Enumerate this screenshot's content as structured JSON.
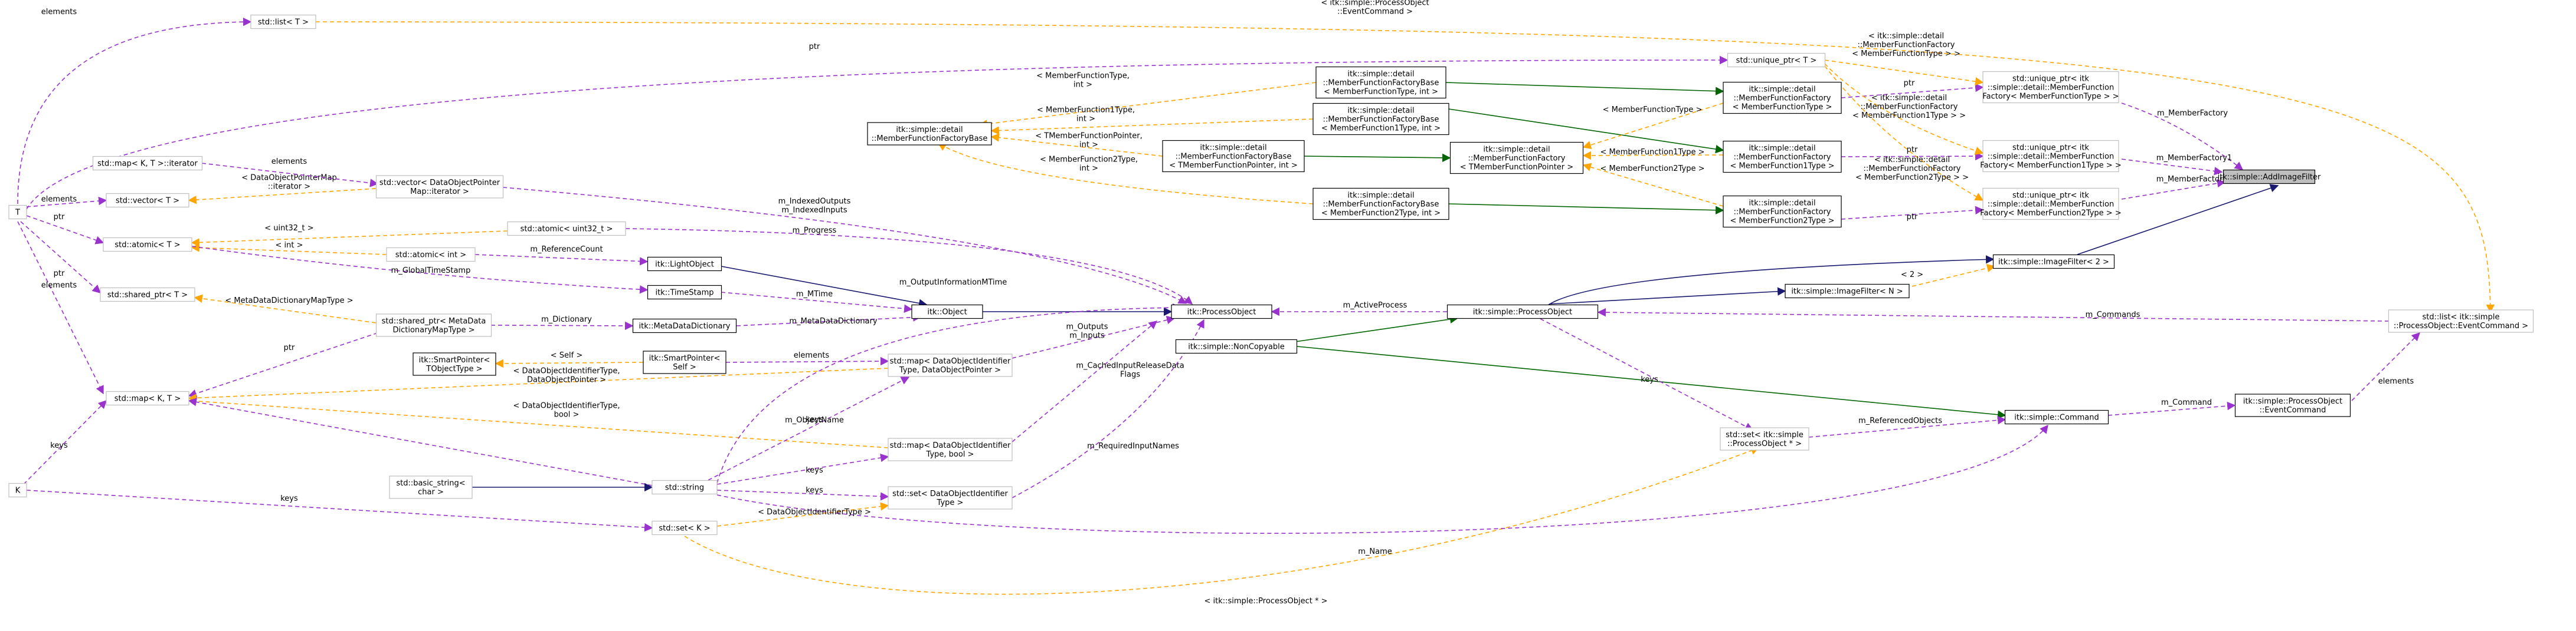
{
  "colors": {
    "background": "#ffffff",
    "node_stroke_solid": "#000000",
    "node_stroke_external": "#bfbfbf",
    "node_fill": "#ffffff",
    "focus_fill": "#bfbfbf",
    "edge_usage": "#9a32cd",
    "edge_template": "#ffa500",
    "edge_public_inheritance": "#191970",
    "edge_protected_inheritance": "#006400",
    "text": "#000000"
  },
  "nodes": [
    {
      "id": "AddImageFilter",
      "lines": [
        "itk::simple::AddImageFilter"
      ],
      "style": "focus"
    },
    {
      "id": "ImageFilter2",
      "lines": [
        "itk::simple::ImageFilter< 2 >"
      ],
      "style": "solid"
    },
    {
      "id": "ImageFilterN",
      "lines": [
        "itk::simple::ImageFilter< N >"
      ],
      "style": "solid"
    },
    {
      "id": "ProcessObject",
      "lines": [
        "itk::simple::ProcessObject"
      ],
      "style": "solid"
    },
    {
      "id": "NonCopyable",
      "lines": [
        "itk::simple::NonCopyable"
      ],
      "style": "solid"
    },
    {
      "id": "Command",
      "lines": [
        "itk::simple::Command"
      ],
      "style": "solid"
    },
    {
      "id": "EventCommand",
      "lines": [
        "itk::simple::ProcessObject",
        "::EventCommand"
      ],
      "style": "solid"
    },
    {
      "id": "ListEventCommand",
      "lines": [
        "std::list< itk::simple",
        "::ProcessObject::EventCommand >"
      ],
      "style": "external"
    },
    {
      "id": "SetProcessObject",
      "lines": [
        "std::set< itk::simple",
        "::ProcessObject * >"
      ],
      "style": "external"
    },
    {
      "id": "UPtrMF",
      "lines": [
        "std::unique_ptr< itk",
        "::simple::detail::MemberFunction",
        "Factory< MemberFunctionType > >"
      ],
      "style": "external"
    },
    {
      "id": "UPtrMF1",
      "lines": [
        "std::unique_ptr< itk",
        "::simple::detail::MemberFunction",
        "Factory< MemberFunction1Type > >"
      ],
      "style": "external"
    },
    {
      "id": "UPtrMF2",
      "lines": [
        "std::unique_ptr< itk",
        "::simple::detail::MemberFunction",
        "Factory< MemberFunction2Type > >"
      ],
      "style": "external"
    },
    {
      "id": "UPtrT",
      "lines": [
        "std::unique_ptr< T >"
      ],
      "style": "external"
    },
    {
      "id": "MFF",
      "lines": [
        "itk::simple::detail",
        "::MemberFunctionFactory",
        "< MemberFunctionType >"
      ],
      "style": "solid"
    },
    {
      "id": "MFF1",
      "lines": [
        "itk::simple::detail",
        "::MemberFunctionFactory",
        "< MemberFunction1Type >"
      ],
      "style": "solid"
    },
    {
      "id": "MFF2",
      "lines": [
        "itk::simple::detail",
        "::MemberFunctionFactory",
        "< MemberFunction2Type >"
      ],
      "style": "solid"
    },
    {
      "id": "MFFT",
      "lines": [
        "itk::simple::detail",
        "::MemberFunctionFactory",
        "< TMemberFunctionPointer >"
      ],
      "style": "solid"
    },
    {
      "id": "MFFB",
      "lines": [
        "itk::simple::detail",
        "::MemberFunctionFactoryBase",
        "< MemberFunctionType, int >"
      ],
      "style": "solid"
    },
    {
      "id": "MFFB1",
      "lines": [
        "itk::simple::detail",
        "::MemberFunctionFactoryBase",
        "< MemberFunction1Type, int >"
      ],
      "style": "solid"
    },
    {
      "id": "MFFBT",
      "lines": [
        "itk::simple::detail",
        "::MemberFunctionFactoryBase",
        "< TMemberFunctionPointer, int >"
      ],
      "style": "solid"
    },
    {
      "id": "MFFB2",
      "lines": [
        "itk::simple::detail",
        "::MemberFunctionFactoryBase",
        "< MemberFunction2Type, int >"
      ],
      "style": "solid"
    },
    {
      "id": "MFFBase",
      "lines": [
        "itk::simple::detail",
        "::MemberFunctionFactoryBase"
      ],
      "style": "solid"
    },
    {
      "id": "Object",
      "lines": [
        "itk::Object"
      ],
      "style": "solid"
    },
    {
      "id": "LightObject",
      "lines": [
        "itk::LightObject"
      ],
      "style": "solid"
    },
    {
      "id": "TimeStamp",
      "lines": [
        "itk::TimeStamp"
      ],
      "style": "solid"
    },
    {
      "id": "MetaDataDictionary",
      "lines": [
        "itk::MetaDataDictionary"
      ],
      "style": "solid"
    },
    {
      "id": "SmartPointerSelf",
      "lines": [
        "itk::SmartPointer<",
        "Self >"
      ],
      "style": "solid"
    },
    {
      "id": "SmartPointerTObj",
      "lines": [
        "itk::SmartPointer<",
        "TObjectType >"
      ],
      "style": "solid"
    },
    {
      "id": "AtomicUInt32",
      "lines": [
        "std::atomic< uint32_t >"
      ],
      "style": "external"
    },
    {
      "id": "AtomicInt",
      "lines": [
        "std::atomic< int >"
      ],
      "style": "external"
    },
    {
      "id": "AtomicT",
      "lines": [
        "std::atomic< T >"
      ],
      "style": "external"
    },
    {
      "id": "VectorDOP",
      "lines": [
        "std::vector< DataObjectPointer",
        "Map::iterator >"
      ],
      "style": "external"
    },
    {
      "id": "VectorT",
      "lines": [
        "std::vector< T >"
      ],
      "style": "external"
    },
    {
      "id": "MapKTIter",
      "lines": [
        "std::map< K, T >::iterator"
      ],
      "style": "external"
    },
    {
      "id": "ListT",
      "lines": [
        "std::list< T >"
      ],
      "style": "external"
    },
    {
      "id": "SharedPtrT",
      "lines": [
        "std::shared_ptr< T >"
      ],
      "style": "external"
    },
    {
      "id": "SharedPtrMDD",
      "lines": [
        "std::shared_ptr< MetaData",
        "DictionaryMapType >"
      ],
      "style": "external"
    },
    {
      "id": "MapKT",
      "lines": [
        "std::map< K, T >"
      ],
      "style": "external"
    },
    {
      "id": "MapDOIDDOP",
      "lines": [
        "std::map< DataObjectIdentifier",
        "Type, DataObjectPointer >"
      ],
      "style": "external"
    },
    {
      "id": "MapDOIDBool",
      "lines": [
        "std::map< DataObjectIdentifier",
        "Type, bool >"
      ],
      "style": "external"
    },
    {
      "id": "SetDOID",
      "lines": [
        "std::set< DataObjectIdentifier",
        "Type >"
      ],
      "style": "external"
    },
    {
      "id": "String",
      "lines": [
        "std::string"
      ],
      "style": "external"
    },
    {
      "id": "BasicString",
      "lines": [
        "std::basic_string<",
        "char >"
      ],
      "style": "external"
    },
    {
      "id": "SetK",
      "lines": [
        "std::set< K >"
      ],
      "style": "external"
    },
    {
      "id": "T",
      "lines": [
        "T"
      ],
      "style": "external"
    },
    {
      "id": "K",
      "lines": [
        "K"
      ],
      "style": "external"
    }
  ],
  "edges": [
    {
      "from": "ImageFilter2",
      "to": "AddImageFilter",
      "kind": "public_inheritance",
      "label": []
    },
    {
      "from": "UPtrMF",
      "to": "AddImageFilter",
      "kind": "usage",
      "label": [
        "m_MemberFactory"
      ]
    },
    {
      "from": "UPtrMF1",
      "to": "AddImageFilter",
      "kind": "usage",
      "label": [
        "m_MemberFactory1"
      ]
    },
    {
      "from": "UPtrMF2",
      "to": "AddImageFilter",
      "kind": "usage",
      "label": [
        "m_MemberFactory2"
      ]
    },
    {
      "from": "ProcessObject",
      "to": "ImageFilter2",
      "kind": "public_inheritance",
      "label": []
    },
    {
      "from": "ImageFilterN",
      "to": "ImageFilter2",
      "kind": "template",
      "label": [
        "< 2 >"
      ]
    },
    {
      "from": "ProcessObject",
      "to": "ImageFilterN",
      "kind": "public_inheritance",
      "label": []
    },
    {
      "from": "NonCopyable",
      "to": "ProcessObject",
      "kind": "protected_inheritance",
      "label": []
    },
    {
      "from": "ListEventCommand",
      "to": "ProcessObject",
      "kind": "usage",
      "label": [
        "m_Commands"
      ]
    },
    {
      "from": "ProcessObject",
      "to": "ITKProcessObject",
      "kind": "usage",
      "label": [
        "m_ActiveProcess"
      ]
    },
    {
      "from": "NonCopyable",
      "to": "Command",
      "kind": "protected_inheritance",
      "label": []
    },
    {
      "from": "SetProcessObject",
      "to": "Command",
      "kind": "usage",
      "label": [
        "m_ReferencedObjects"
      ]
    },
    {
      "from": "ProcessObject",
      "to": "SetProcessObject",
      "kind": "usage",
      "label": [
        "keys"
      ]
    },
    {
      "from": "Command",
      "to": "EventCommand",
      "kind": "usage",
      "label": [
        "m_Command"
      ]
    },
    {
      "from": "EventCommand",
      "to": "ListEventCommand",
      "kind": "usage",
      "label": [
        "elements"
      ]
    },
    {
      "from": "ListT",
      "to": "ListEventCommand",
      "kind": "template",
      "label": [
        "< itk::simple::ProcessObject",
        "::EventCommand >"
      ]
    },
    {
      "from": "SetK",
      "to": "SetProcessObject",
      "kind": "template",
      "label": [
        "< itk::simple::ProcessObject * >"
      ]
    },
    {
      "from": "MFF",
      "to": "UPtrMF",
      "kind": "usage",
      "label": [
        "ptr"
      ]
    },
    {
      "from": "MFF1",
      "to": "UPtrMF1",
      "kind": "usage",
      "label": [
        "ptr"
      ]
    },
    {
      "from": "MFF2",
      "to": "UPtrMF2",
      "kind": "usage",
      "label": [
        "ptr"
      ]
    },
    {
      "from": "UPtrT",
      "to": "UPtrMF",
      "kind": "template",
      "label": [
        "< itk::simple::detail",
        "::MemberFunctionFactory",
        "< MemberFunctionType > >"
      ]
    },
    {
      "from": "UPtrT",
      "to": "UPtrMF1",
      "kind": "template",
      "label": [
        "< itk::simple::detail",
        "::MemberFunctionFactory",
        "< MemberFunction1Type > >"
      ]
    },
    {
      "from": "UPtrT",
      "to": "UPtrMF2",
      "kind": "template",
      "label": [
        "< itk::simple::detail",
        "::MemberFunctionFactory",
        "< MemberFunction2Type > >"
      ]
    },
    {
      "from": "MFFB",
      "to": "MFF",
      "kind": "protected_inheritance",
      "label": []
    },
    {
      "from": "MFFB1",
      "to": "MFF1",
      "kind": "protected_inheritance",
      "label": []
    },
    {
      "from": "MFFB2",
      "to": "MFF2",
      "kind": "protected_inheritance",
      "label": []
    },
    {
      "from": "MFFBT",
      "to": "MFFT",
      "kind": "protected_inheritance",
      "label": []
    },
    {
      "from": "MFFT",
      "to": "MFF",
      "kind": "template",
      "label": [
        "< MemberFunctionType >"
      ]
    },
    {
      "from": "MFFT",
      "to": "MFF1",
      "kind": "template",
      "label": [
        "< MemberFunction1Type >"
      ]
    },
    {
      "from": "MFFT",
      "to": "MFF2",
      "kind": "template",
      "label": [
        "< MemberFunction2Type >"
      ]
    },
    {
      "from": "MFFBase",
      "to": "MFFB",
      "kind": "template",
      "label": [
        "< MemberFunctionType,",
        "int >"
      ]
    },
    {
      "from": "MFFBase",
      "to": "MFFB1",
      "kind": "template",
      "label": [
        "< MemberFunction1Type,",
        "int >"
      ]
    },
    {
      "from": "MFFBase",
      "to": "MFFBT",
      "kind": "template",
      "label": [
        "< TMemberFunctionPointer,",
        "int >"
      ]
    },
    {
      "from": "MFFBase",
      "to": "MFFB2",
      "kind": "template",
      "label": [
        "< MemberFunction2Type,",
        "int >"
      ]
    },
    {
      "from": "Object",
      "to": "ITKProcessObject",
      "kind": "public_inheritance",
      "label": []
    },
    {
      "from": "LightObject",
      "to": "Object",
      "kind": "public_inheritance",
      "label": []
    },
    {
      "from": "TimeStamp",
      "to": "Object",
      "kind": "usage",
      "label": [
        "m_MTime"
      ]
    },
    {
      "from": "MetaDataDictionary",
      "to": "Object",
      "kind": "usage",
      "label": [
        "m_MetaDataDictionary"
      ]
    },
    {
      "from": "SharedPtrMDD",
      "to": "MetaDataDictionary",
      "kind": "usage",
      "label": [
        "m_Dictionary"
      ]
    },
    {
      "from": "SmartPointerSelf",
      "to": "MapDOIDDOP",
      "kind": "usage",
      "label": [
        "elements"
      ]
    },
    {
      "from": "SmartPointerTObj",
      "to": "SmartPointerSelf",
      "kind": "template",
      "label": [
        "< Self >"
      ]
    },
    {
      "from": "AtomicInt",
      "to": "LightObject",
      "kind": "usage",
      "label": [
        "m_ReferenceCount"
      ]
    },
    {
      "from": "AtomicUInt32",
      "to": "ITKProcessObject",
      "kind": "usage",
      "label": [
        "m_Progress"
      ]
    },
    {
      "from": "AtomicT",
      "to": "AtomicUInt32",
      "kind": "template",
      "label": [
        "< uint32_t >"
      ]
    },
    {
      "from": "AtomicT",
      "to": "AtomicInt",
      "kind": "template",
      "label": [
        "< int >"
      ]
    },
    {
      "from": "AtomicT",
      "to": "TimeStamp",
      "kind": "usage",
      "label": [
        "m_GlobalTimeStamp"
      ]
    },
    {
      "from": "T",
      "to": "AtomicT",
      "kind": "usage",
      "label": [
        "ptr"
      ]
    },
    {
      "from": "VectorDOP",
      "to": "ITKProcessObject",
      "kind": "usage",
      "label": [
        "m_IndexedOutputs",
        "m_IndexedInputs"
      ]
    },
    {
      "from": "VectorT",
      "to": "VectorDOP",
      "kind": "template",
      "label": [
        "< DataObjectPointerMap",
        "::iterator >"
      ]
    },
    {
      "from": "T",
      "to": "VectorT",
      "kind": "usage",
      "label": [
        "elements"
      ]
    },
    {
      "from": "MapKTIter",
      "to": "VectorDOP",
      "kind": "usage",
      "label": [
        "elements"
      ]
    },
    {
      "from": "T",
      "to": "ListT",
      "kind": "usage",
      "label": [
        "elements"
      ]
    },
    {
      "from": "T",
      "to": "UPtrT",
      "kind": "usage",
      "label": [
        "ptr"
      ]
    },
    {
      "from": "T",
      "to": "SharedPtrT",
      "kind": "usage",
      "label": [
        "ptr"
      ]
    },
    {
      "from": "SharedPtrT",
      "to": "SharedPtrMDD",
      "kind": "template",
      "label": [
        "< MetaDataDictionaryMapType >"
      ]
    },
    {
      "from": "MapKT",
      "to": "SharedPtrMDD",
      "kind": "usage",
      "label": [
        "ptr"
      ]
    },
    {
      "from": "T",
      "to": "MapKT",
      "kind": "usage",
      "label": [
        "elements"
      ]
    },
    {
      "from": "K",
      "to": "MapKT",
      "kind": "usage",
      "label": [
        "keys"
      ]
    },
    {
      "from": "MapKT",
      "to": "MapDOIDDOP",
      "kind": "template",
      "label": [
        "< DataObjectIdentifierType,",
        "DataObjectPointer >"
      ]
    },
    {
      "from": "MapKT",
      "to": "MapDOIDBool",
      "kind": "template",
      "label": [
        "< DataObjectIdentifierType,",
        "bool >"
      ]
    },
    {
      "from": "MapDOIDDOP",
      "to": "ITKProcessObject",
      "kind": "usage",
      "label": [
        "m_Outputs",
        "m_Inputs"
      ]
    },
    {
      "from": "MapDOIDBool",
      "to": "ITKProcessObject",
      "kind": "usage",
      "label": [
        "m_CachedInputReleaseData",
        "Flags"
      ]
    },
    {
      "from": "SetDOID",
      "to": "ITKProcessObject",
      "kind": "usage",
      "label": [
        "m_RequiredInputNames"
      ]
    },
    {
      "from": "String",
      "to": "ITKProcessObject",
      "kind": "usage",
      "label": [
        "m_OutputInformationMTime"
      ]
    },
    {
      "from": "String",
      "to": "MapDOIDDOP",
      "kind": "usage",
      "label": [
        "keys"
      ]
    },
    {
      "from": "String",
      "to": "MapDOIDBool",
      "kind": "usage",
      "label": [
        "keys"
      ]
    },
    {
      "from": "String",
      "to": "SetDOID",
      "kind": "usage",
      "label": [
        "keys"
      ]
    },
    {
      "from": "String",
      "to": "Command",
      "kind": "usage",
      "label": [
        "m_Name"
      ]
    },
    {
      "from": "String",
      "to": "MapKT",
      "kind": "usage",
      "label": [
        "m_ObjectName"
      ]
    },
    {
      "from": "BasicString",
      "to": "String",
      "kind": "public_inheritance",
      "label": []
    },
    {
      "from": "SetK",
      "to": "SetDOID",
      "kind": "template",
      "label": [
        "< DataObjectIdentifierType >"
      ]
    },
    {
      "from": "K",
      "to": "SetK",
      "kind": "usage",
      "label": [
        "keys"
      ]
    }
  ],
  "extra_nodes": [
    {
      "id": "ITKProcessObject",
      "lines": [
        "itk::ProcessObject"
      ],
      "style": "solid"
    }
  ]
}
